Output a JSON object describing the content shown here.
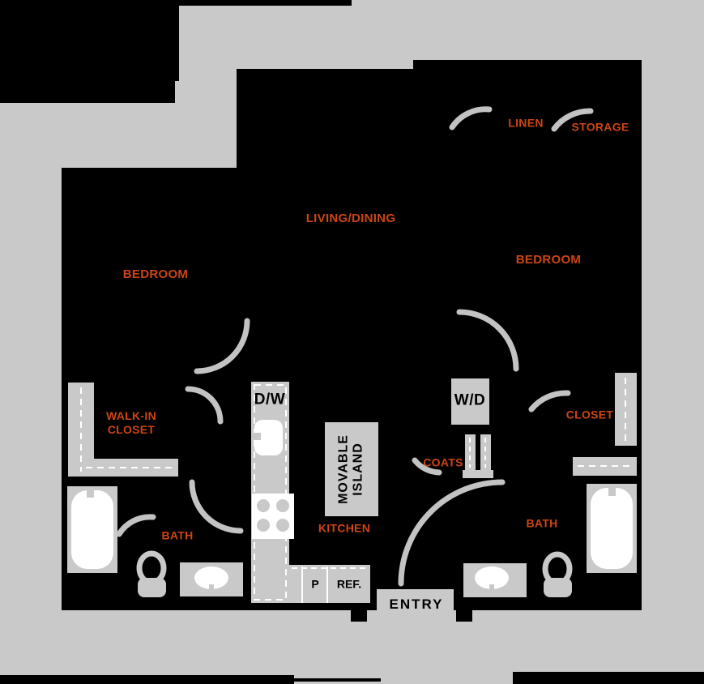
{
  "colors": {
    "background": "#c9c9c9",
    "walls": "#000000",
    "fixture_gray": "#c9c9c9",
    "door_arc_gray": "#c3c3c3",
    "label_red": "#cc4513",
    "label_black": "#000000",
    "fixture_white": "#ffffff"
  },
  "labels": {
    "living_dining": "LIVING/DINING",
    "bedroom_left": "BEDROOM",
    "bedroom_right": "BEDROOM",
    "linen": "LINEN",
    "storage": "STORAGE",
    "walk_in_closet": "WALK-IN CLOSET",
    "closet_right": "CLOSET",
    "coats": "COATS",
    "kitchen": "KITCHEN",
    "bath_left": "BATH",
    "bath_right": "BATH",
    "dishwasher": "D/W",
    "washer_dryer": "W/D",
    "movable_island": "MOVABLE ISLAND",
    "pantry": "P",
    "refrigerator": "REF.",
    "entry": "ENTRY"
  }
}
